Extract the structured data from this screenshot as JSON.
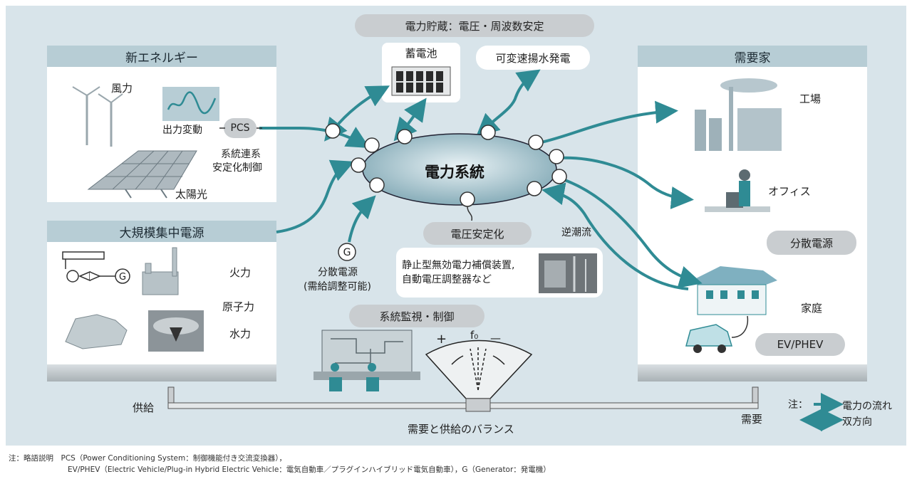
{
  "colors": {
    "accent": "#2f8b94",
    "stage_bg": "#d8e4ea",
    "panel_head": "#b7cdd5",
    "pill": "#c9cdd0"
  },
  "top_pill": "電力貯蔵：電圧・周波数安定",
  "storage": {
    "battery": "蓄電池",
    "pumped_hydro": "可変速揚水発電"
  },
  "new_energy": {
    "title": "新エネルギー",
    "wind": "風力",
    "output_fluctuation": "出力変動",
    "pcs": "PCS",
    "grid_control_1": "系統連系",
    "grid_control_2": "安定化制御",
    "solar": "太陽光"
  },
  "central_power": {
    "title": "大規模集中電源",
    "thermal": "火力",
    "nuclear": "原子力",
    "hydro": "水力",
    "generator_symbol": "G"
  },
  "distributed": {
    "symbol": "G",
    "line1": "分散電源",
    "line2": "(需給調整可能)"
  },
  "grid": {
    "title": "電力系統"
  },
  "voltage": {
    "pill": "電圧安定化",
    "line1": "静止型無効電力補償装置,",
    "line2": "自動電圧調整器など"
  },
  "reverse_flow": "逆潮流",
  "monitoring": {
    "pill": "系統監視・制御",
    "plus": "+",
    "minus": "—",
    "f0": "f₀"
  },
  "consumer": {
    "title": "需要家",
    "factory": "工場",
    "office": "オフィス",
    "distributed_pill": "分散電源",
    "home": "家庭",
    "ev_pill": "EV/PHEV"
  },
  "balance": {
    "supply": "供給",
    "demand": "需要",
    "caption": "需要と供給のバランス"
  },
  "legend": {
    "note": "注：",
    "power_flow": "電力の流れ",
    "bidirectional": "双方向"
  },
  "footnote": {
    "line1": "注：略語説明　PCS（Power Conditioning System：制御機能付き交流変換器），",
    "line2": "EV/PHEV（Electric Vehicle/Plug-in Hybrid Electric Vehicle：電気自動車／プラグインハイブリッド電気自動車），G（Generator：発電機）"
  }
}
